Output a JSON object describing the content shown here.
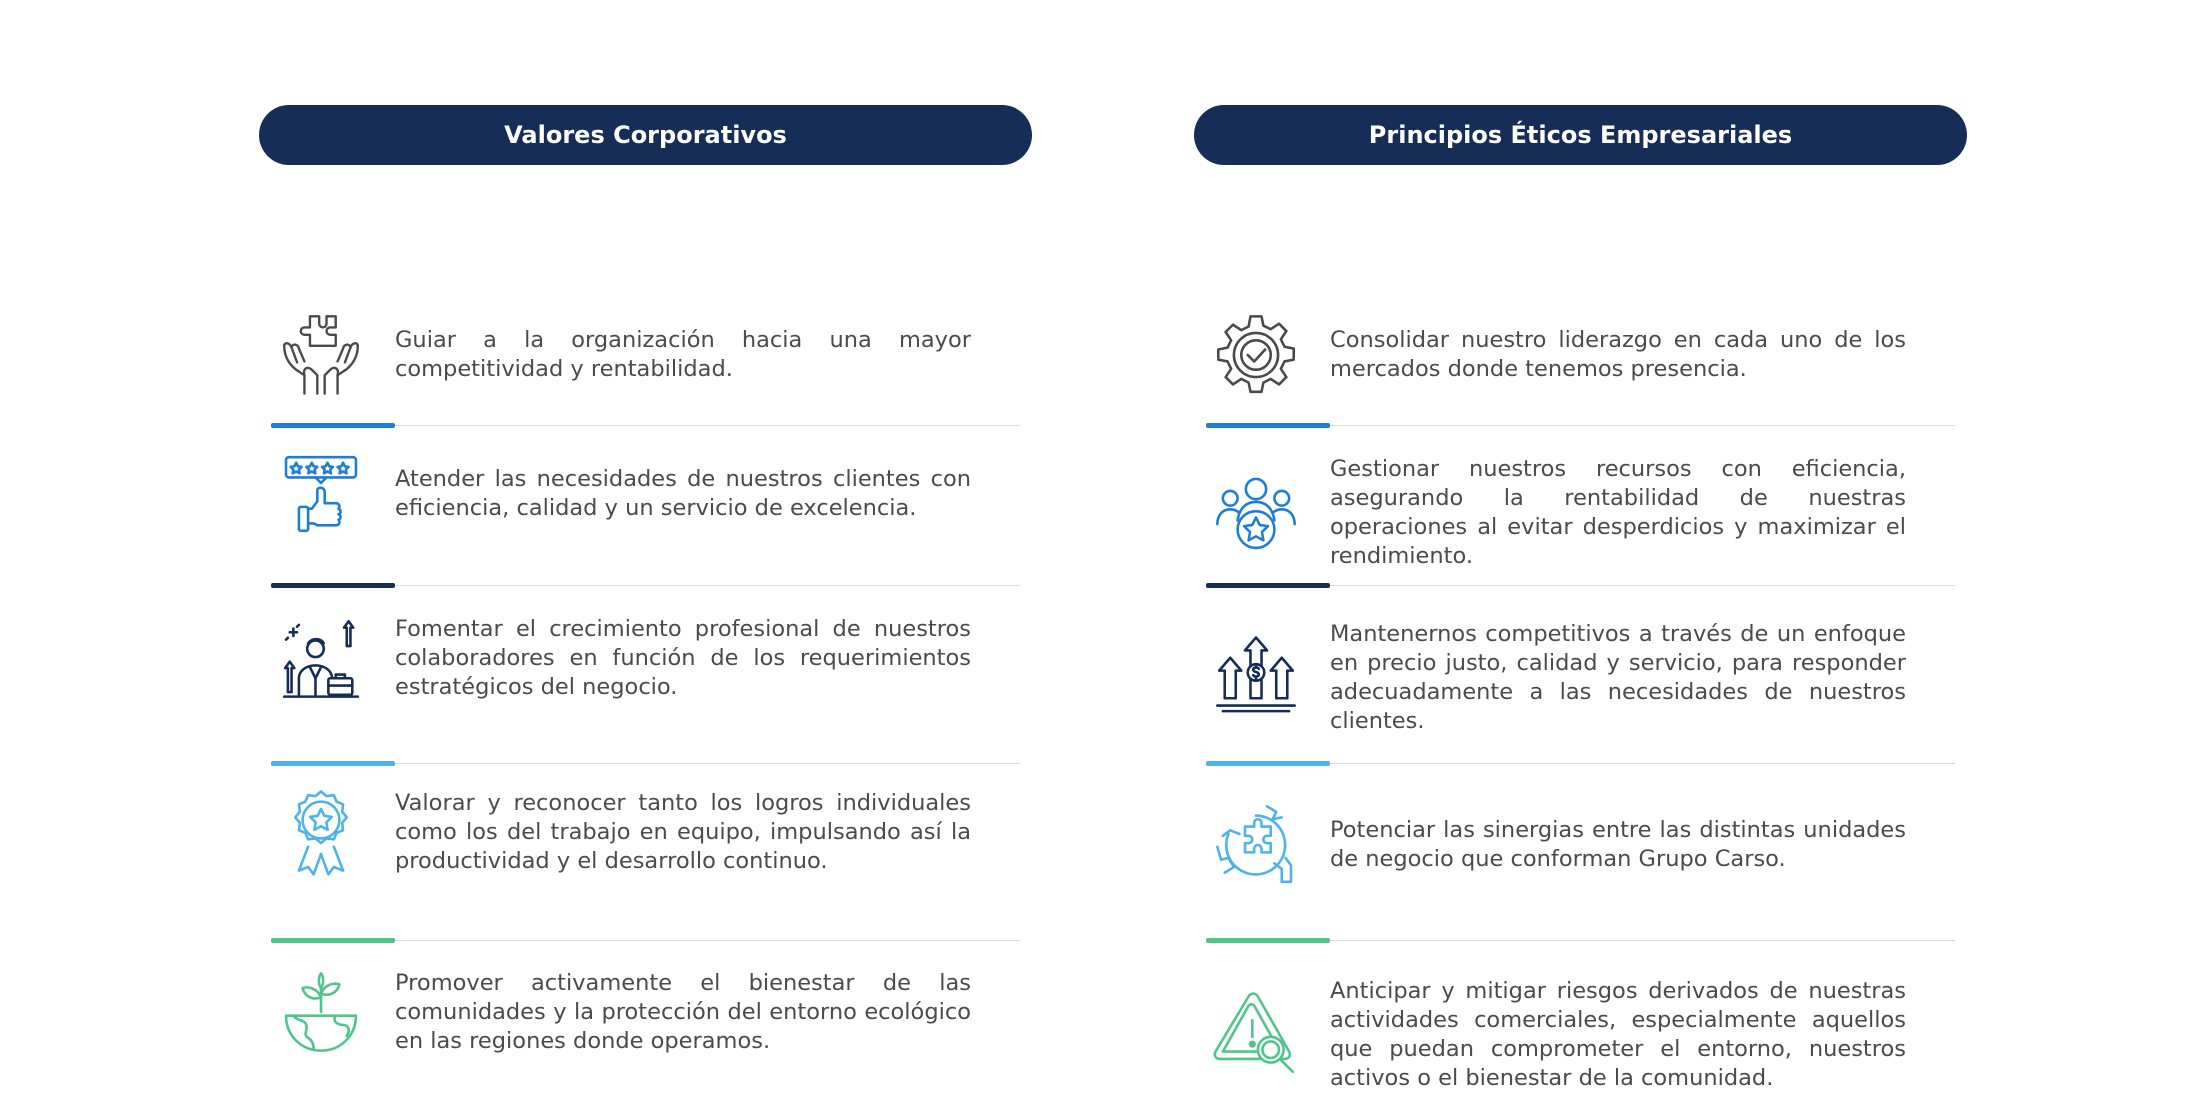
{
  "left": {
    "title": "Valores Corporativos",
    "items": [
      {
        "text": "Guiar a la organización hacia una mayor competitividad y rentabilidad.",
        "icon": "hands-puzzle-icon",
        "accent": "#1e7fd2"
      },
      {
        "text": "Atender las necesidades de nuestros clientes con eficiencia, calidad y un servicio de excelencia.",
        "icon": "thumbs-up-rating-icon",
        "accent": "#152d57"
      },
      {
        "text": "Fomentar el crecimiento profesional de nuestros colaboradores en función de los requerimientos estratégicos del negocio.",
        "icon": "professional-growth-icon",
        "accent": "#4db3e8"
      },
      {
        "text": "Valorar y reconocer tanto los logros individuales como los del trabajo en equipo, impulsando así la productividad y el desarrollo continuo.",
        "icon": "award-badge-icon",
        "accent": "#4fc58a"
      },
      {
        "text": "Promover activamente el bienestar de las comunidades y la protección del entorno ecológico en las regiones donde operamos.",
        "icon": "earth-sprout-icon",
        "accent": null
      }
    ]
  },
  "right": {
    "title": "Principios Éticos Empresariales",
    "items": [
      {
        "text": "Consolidar nuestro liderazgo en cada uno de los mercados donde tenemos presencia.",
        "icon": "gear-check-icon",
        "accent": "#1e7fd2"
      },
      {
        "text": "Gestionar nuestros recursos con eficiencia, asegurando la rentabilidad de nuestras operaciones al evitar desperdicios y maximizar el rendimiento.",
        "icon": "team-star-icon",
        "accent": "#152d57"
      },
      {
        "text": "Mantenernos competitivos a través de un enfoque en precio justo, calidad y servicio, para responder adecuadamente a las necesidades de nuestros clientes.",
        "icon": "growth-arrows-dollar-icon",
        "accent": "#4db3e8"
      },
      {
        "text": "Potenciar las sinergias entre las distintas unidades de negocio que conforman Grupo Carso.",
        "icon": "globe-puzzle-hands-icon",
        "accent": "#4fc58a"
      },
      {
        "text": "Anticipar y mitigar riesgos derivados de nuestras actividades comerciales, especialmente aquellos que puedan comprometer el entorno, nuestros activos o el bienestar de la comunidad.",
        "icon": "warning-magnifier-icon",
        "accent": null
      }
    ]
  }
}
